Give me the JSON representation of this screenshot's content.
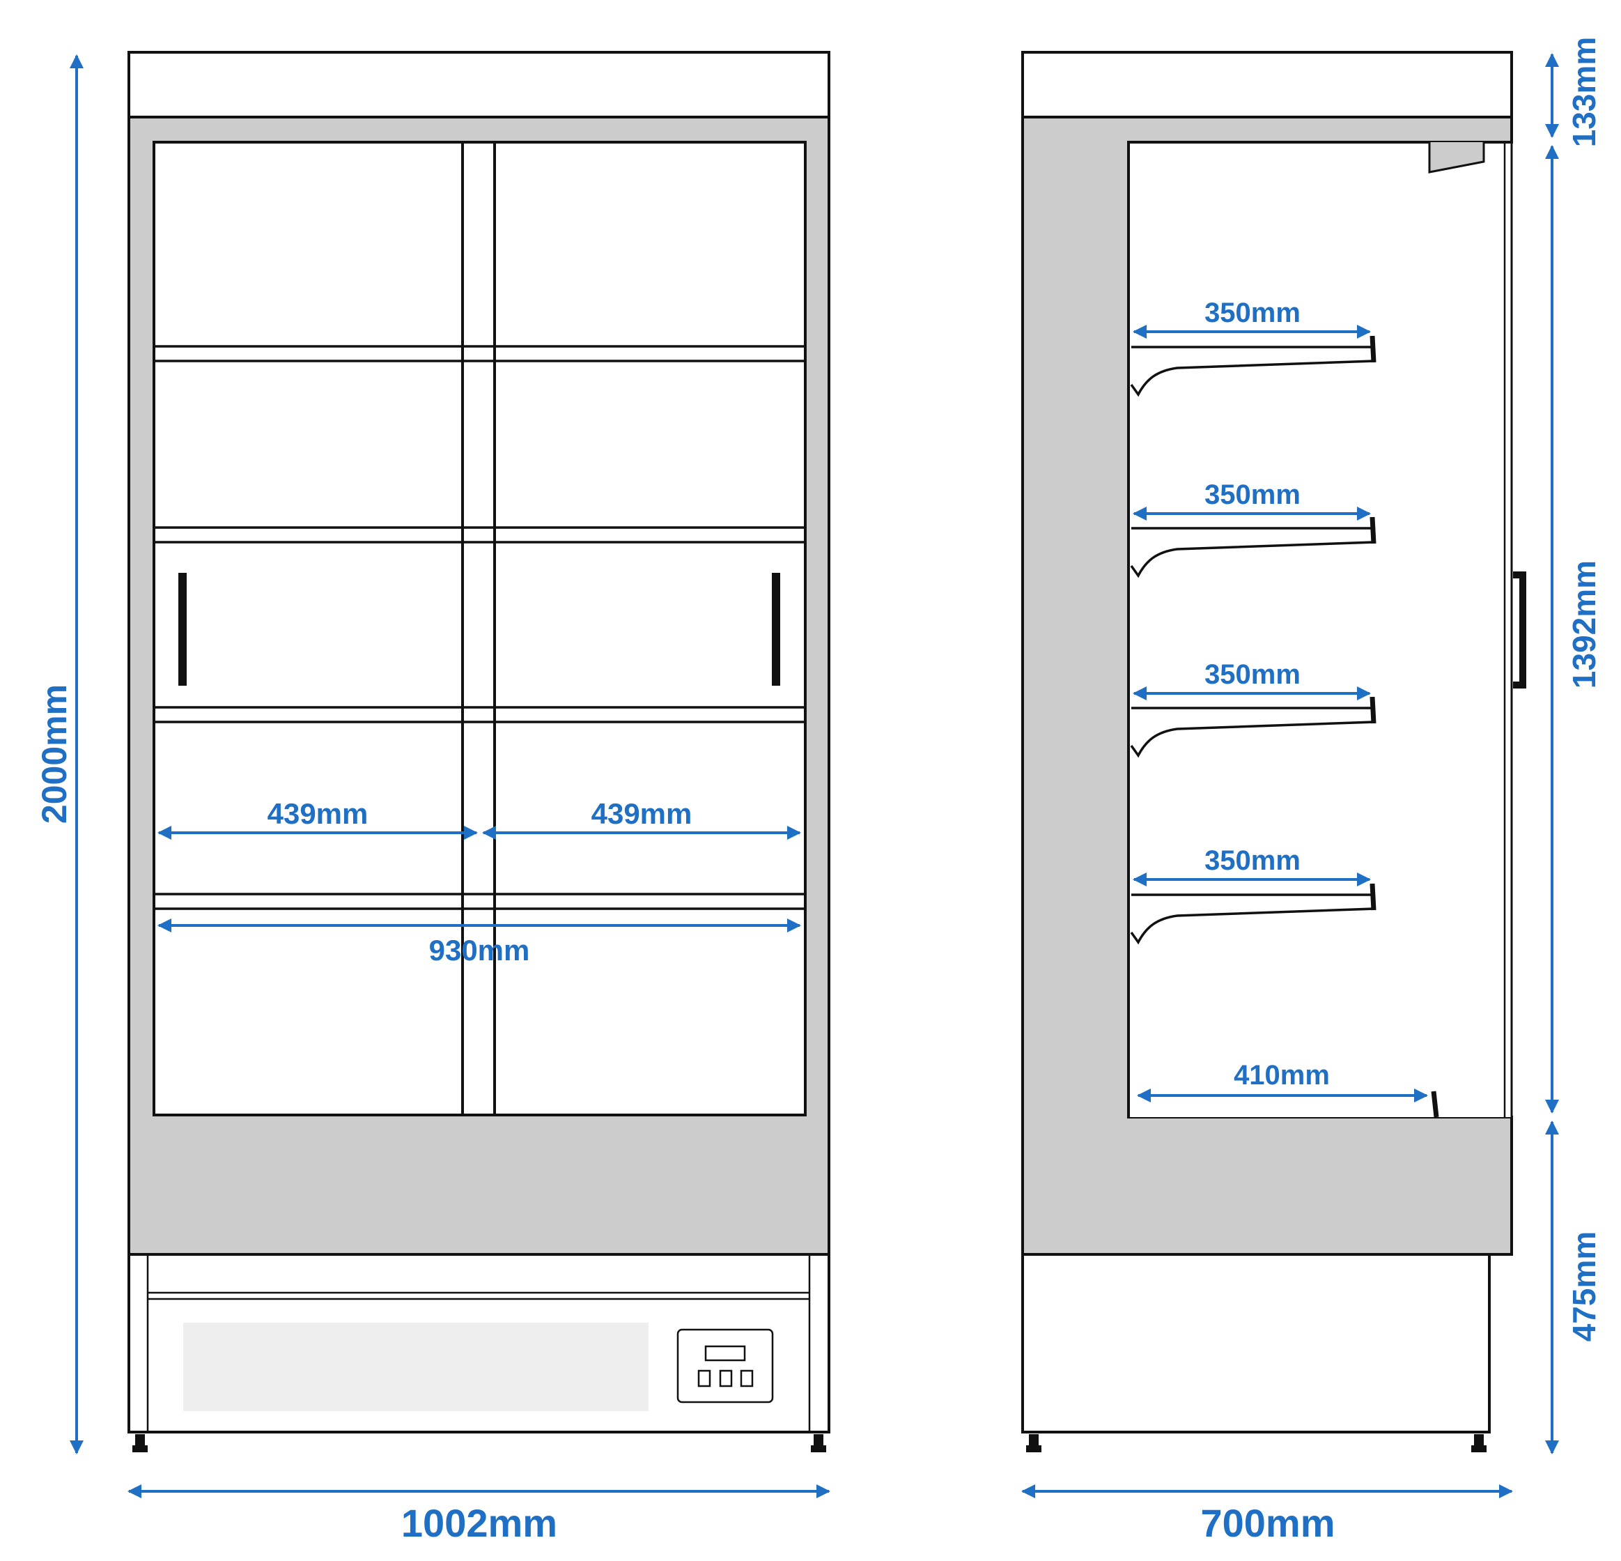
{
  "colors": {
    "dimension": "#1f6fc4",
    "outline": "#111111",
    "panel_gray": "#cccccc",
    "display_gray": "#eeeeee"
  },
  "front_view": {
    "overall_height": "2000mm",
    "overall_width": "1002mm",
    "interior_width": "930mm",
    "left_section_width": "439mm",
    "right_section_width": "439mm"
  },
  "side_view": {
    "overall_depth": "700mm",
    "top_height": "133mm",
    "interior_height": "1392mm",
    "base_height": "475mm",
    "shelf_depths": [
      "350mm",
      "350mm",
      "350mm",
      "350mm"
    ],
    "bottom_depth": "410mm"
  },
  "icons": {
    "door_handle": "door-handle-icon",
    "control_panel": "thermostat-panel-icon"
  }
}
